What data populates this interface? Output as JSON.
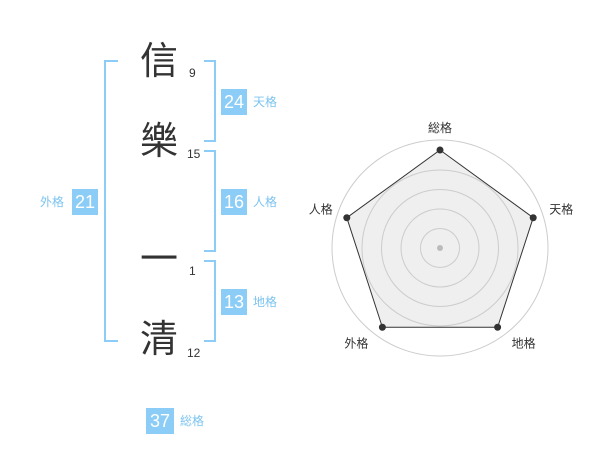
{
  "name_chars": [
    {
      "char": "信",
      "strokes": "9"
    },
    {
      "char": "樂",
      "strokes": "15"
    },
    {
      "char": "一",
      "strokes": "1"
    },
    {
      "char": "清",
      "strokes": "12"
    }
  ],
  "fortunes": {
    "tenkaku": {
      "value": "24",
      "label": "天格"
    },
    "jinkaku": {
      "value": "16",
      "label": "人格"
    },
    "chikaku": {
      "value": "13",
      "label": "地格"
    },
    "gaikaku": {
      "value": "21",
      "label": "外格"
    },
    "soukaku": {
      "value": "37",
      "label": "総格"
    }
  },
  "radar": {
    "axes": [
      "総格",
      "天格",
      "地格",
      "外格",
      "人格"
    ],
    "values": [
      1.0,
      1.0,
      1.0,
      1.0,
      1.0
    ],
    "levels": 5,
    "colors": {
      "grid": "#cccccc",
      "fill": "#efefef",
      "line": "#333333",
      "point": "#333333",
      "center": "#bbbbbb"
    }
  }
}
